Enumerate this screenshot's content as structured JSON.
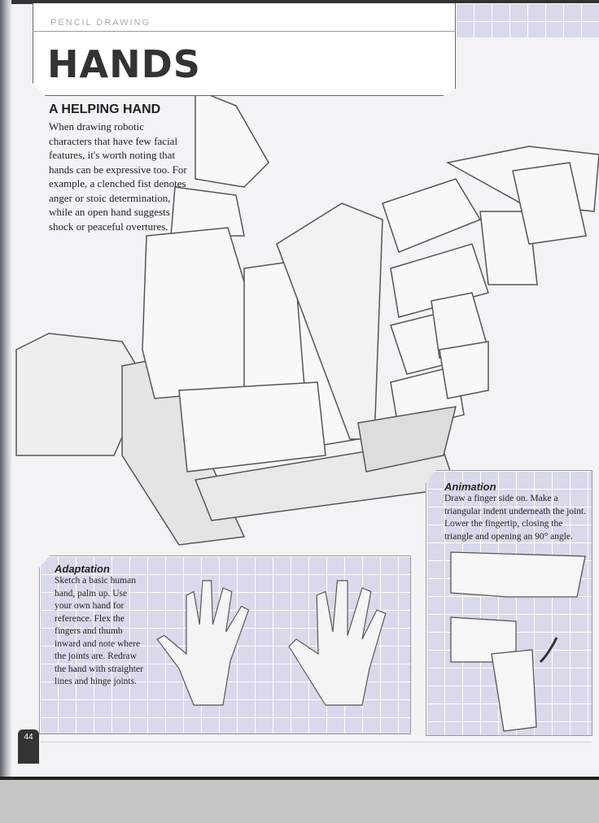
{
  "header": {
    "kicker": "PENCIL DRAWING",
    "title": "HANDS"
  },
  "intro": {
    "heading": "A HELPING HAND",
    "body": "When drawing robotic characters that have few facial features, it's worth noting that hands can be expressive too. For example, a clenched fist denotes anger or stoic determination, while an open hand suggests shock or peaceful overtures."
  },
  "adaptation": {
    "heading": "Adaptation",
    "body": "Sketch a basic human hand, palm up. Use your own hand for reference. Flex the fingers and thumb inward and note where the joints are. Redraw the hand with straighter lines and hinge joints."
  },
  "animation": {
    "heading": "Animation",
    "body": "Draw a finger side on. Make a triangular indent underneath the joint. Lower the fingertip, closing the triangle and opening an 90° angle."
  },
  "page_number": "44"
}
